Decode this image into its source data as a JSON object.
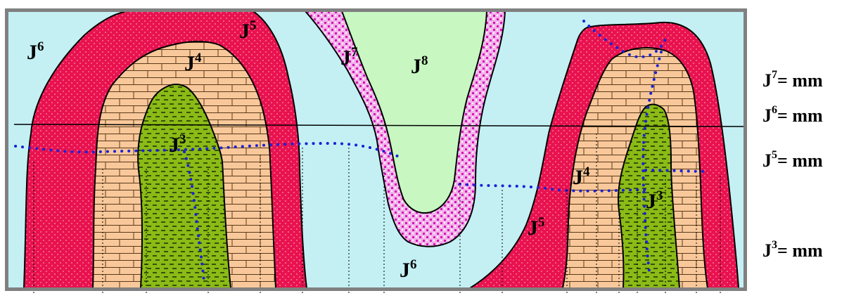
{
  "diagram": {
    "colors": {
      "frame": "#808080",
      "background": "#c4f0f4",
      "j3": "#8bbb16",
      "j4": "#f9c89a",
      "j5": "#e8124f",
      "j7": "#f2b2ea",
      "j8": "#c8f7c2",
      "dots": "#1a22d6"
    },
    "labels": [
      {
        "id": "j6-top-left",
        "base": "J",
        "sup": "6"
      },
      {
        "id": "j5-top-left",
        "base": "J",
        "sup": "5"
      },
      {
        "id": "j4-left",
        "base": "J",
        "sup": "4"
      },
      {
        "id": "j3-left",
        "base": "J",
        "sup": "3"
      },
      {
        "id": "j7-center",
        "base": "J",
        "sup": "7"
      },
      {
        "id": "j8-center",
        "base": "J",
        "sup": "8"
      },
      {
        "id": "j6-bottom",
        "base": "J",
        "sup": "6"
      },
      {
        "id": "j4-right",
        "base": "J",
        "sup": "4"
      },
      {
        "id": "j3-right",
        "base": "J",
        "sup": "3"
      },
      {
        "id": "j5-right",
        "base": "J",
        "sup": "5"
      }
    ]
  },
  "legend": [
    {
      "base": "J",
      "sup": "7",
      "text": "= mm"
    },
    {
      "base": "J",
      "sup": "6",
      "text": "= mm"
    },
    {
      "base": "J",
      "sup": "5",
      "text": "= mm"
    },
    {
      "base": "J",
      "sup": "3",
      "text": "= mm"
    }
  ]
}
